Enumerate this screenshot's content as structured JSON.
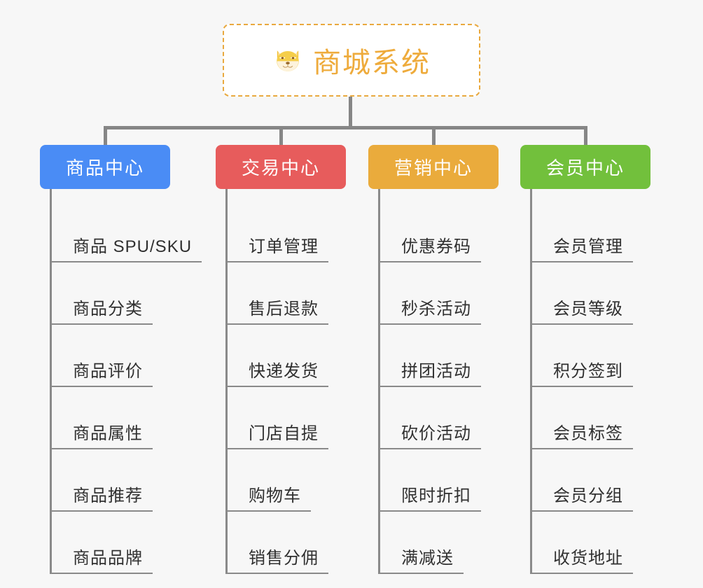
{
  "root": {
    "icon": "shiba-dog-face-icon",
    "title": "商城系统",
    "border_color": "#e9a93f",
    "text_color": "#eeab3c"
  },
  "canvas": {
    "background": "#f7f7f7",
    "connector_color": "#868686"
  },
  "branches": [
    {
      "label": "商品中心",
      "color": "#4a8cf5",
      "items": [
        {
          "label": "商品 SPU/SKU"
        },
        {
          "label": "商品分类"
        },
        {
          "label": "商品评价"
        },
        {
          "label": "商品属性"
        },
        {
          "label": "商品推荐"
        },
        {
          "label": "商品品牌"
        }
      ]
    },
    {
      "label": "交易中心",
      "color": "#e75c5c",
      "items": [
        {
          "label": "订单管理"
        },
        {
          "label": "售后退款"
        },
        {
          "label": "快递发货"
        },
        {
          "label": "门店自提"
        },
        {
          "label": "购物车"
        },
        {
          "label": "销售分佣"
        }
      ]
    },
    {
      "label": "营销中心",
      "color": "#eaab3c",
      "items": [
        {
          "label": "优惠券码"
        },
        {
          "label": "秒杀活动"
        },
        {
          "label": "拼团活动"
        },
        {
          "label": "砍价活动"
        },
        {
          "label": "限时折扣"
        },
        {
          "label": "满减送"
        }
      ]
    },
    {
      "label": "会员中心",
      "color": "#72c03c",
      "items": [
        {
          "label": "会员管理"
        },
        {
          "label": "会员等级"
        },
        {
          "label": "积分签到"
        },
        {
          "label": "会员标签"
        },
        {
          "label": "会员分组"
        },
        {
          "label": "收货地址"
        }
      ]
    }
  ]
}
